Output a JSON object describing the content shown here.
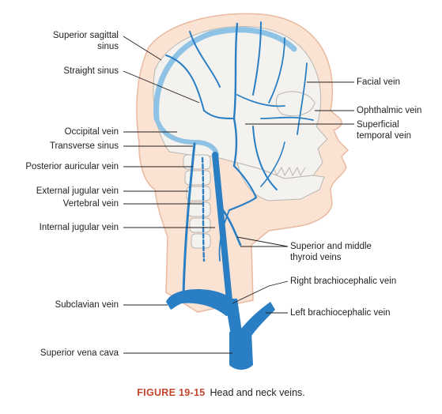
{
  "labels": {
    "superior_sagittal_sinus": "Superior sagittal\nsinus",
    "straight_sinus": "Straight sinus",
    "occipital_vein": "Occipital vein",
    "transverse_sinus": "Transverse sinus",
    "posterior_auricular_vein": "Posterior auricular vein",
    "external_jugular_vein": "External jugular vein",
    "vertebral_vein": "Vertebral vein",
    "internal_jugular_vein": "Internal jugular vein",
    "subclavian_vein": "Subclavian vein",
    "superior_vena_cava": "Superior vena cava",
    "facial_vein": "Facial vein",
    "ophthalmic_vein": "Ophthalmic vein",
    "superficial_temporal_vein": "Superficial\ntemporal vein",
    "superior_middle_thyroid_veins": "Superior and middle\nthyroid veins",
    "right_brachiocephalic_vein": "Right brachiocephalic vein",
    "left_brachiocephalic_vein": "Left brachiocephalic vein"
  },
  "caption": {
    "figure": "FIGURE 19-15",
    "text": "Head and neck veins."
  },
  "colors": {
    "vein": "#2a7fc4",
    "vein_light": "#8fc3e6",
    "skin": "#fbe3d3",
    "skin_edge": "#e9b9a0",
    "bone": "#f4f2ee",
    "bone_edge": "#b9b6b0",
    "caption_accent": "#c2452d"
  }
}
